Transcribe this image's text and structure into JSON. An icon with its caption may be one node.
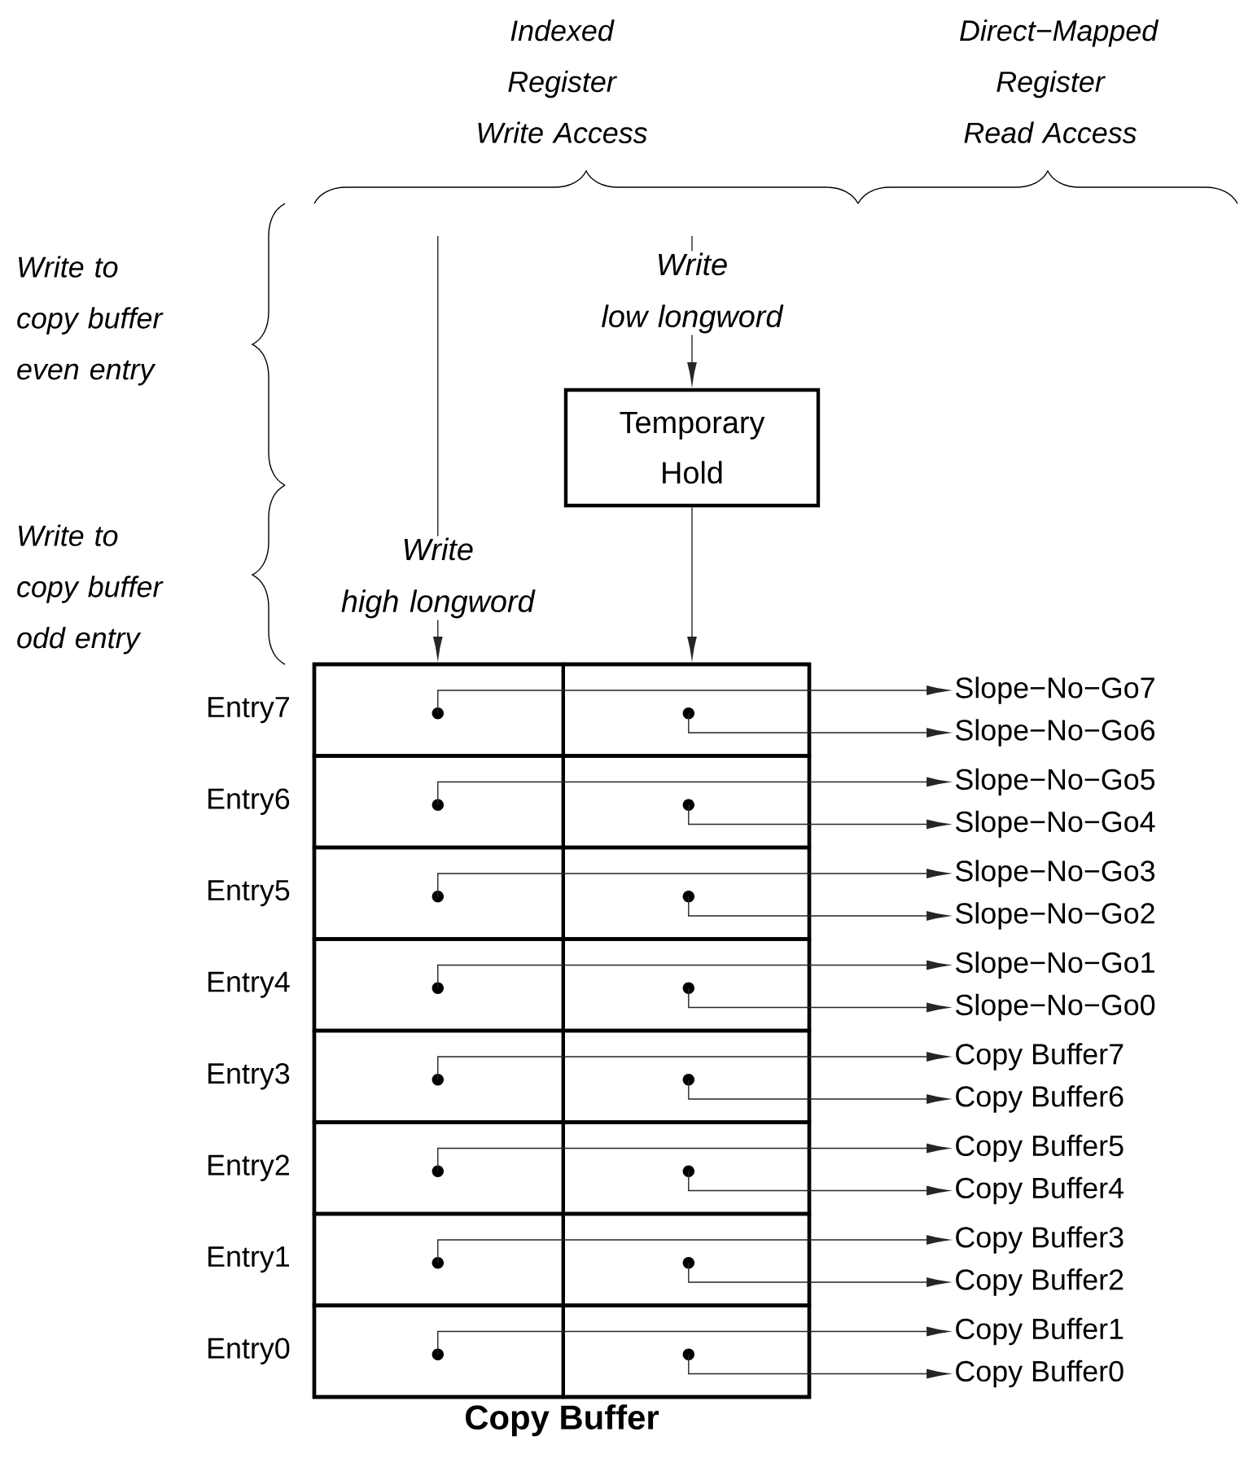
{
  "diagram": {
    "nodes": [
      {
        "text": [
          "Temporary Hold"
        ]
      },
      {
        "text": [
          "Copy Buffer"
        ]
      },
      {
        "text": [],
        "shape": "box",
        "in": 1,
        "beside": [
          "Entry7"
        ]
      },
      {
        "text": [],
        "shape": "box",
        "in": 1,
        "beside": [
          "Entry6"
        ]
      },
      {
        "text": [],
        "shape": "box",
        "in": 1,
        "beside": [
          "Entry5"
        ]
      },
      {
        "text": [],
        "shape": "box",
        "in": 1,
        "beside": [
          "Entry4"
        ]
      },
      {
        "text": [],
        "shape": "box",
        "in": 1,
        "beside": [
          "Entry3"
        ]
      },
      {
        "text": [],
        "shape": "box",
        "in": 1,
        "beside": [
          "Entry2"
        ]
      },
      {
        "text": [],
        "shape": "box",
        "in": 1,
        "beside": [
          "Entry1"
        ]
      },
      {
        "text": [],
        "shape": "box",
        "in": 1,
        "beside": [
          "Entry0"
        ]
      },
      {
        "text": [
          "Slope−No−Go7"
        ]
      },
      {
        "text": [
          "Slope−No−Go6"
        ]
      },
      {
        "text": [
          "Slope−No−Go5"
        ]
      },
      {
        "text": [
          "Slope−No−Go4"
        ]
      },
      {
        "text": [
          "Slope−No−Go3"
        ]
      },
      {
        "text": [
          "Slope−No−Go2"
        ]
      },
      {
        "text": [
          "Slope−No−Go1"
        ]
      },
      {
        "text": [
          "Slope−No−Go0"
        ]
      },
      {
        "text": [
          "Copy Buffer7"
        ]
      },
      {
        "text": [
          "Copy Buffer6"
        ]
      },
      {
        "text": [
          "Copy Buffer5"
        ]
      },
      {
        "text": [
          "Copy Buffer4"
        ]
      },
      {
        "text": [
          "Copy Buffer3"
        ]
      },
      {
        "text": [
          "Copy Buffer2"
        ]
      },
      {
        "text": [
          "Copy Buffer1"
        ]
      },
      {
        "text": [
          "Copy Buffer0"
        ]
      }
    ],
    "edges": [
      {
        "from": null,
        "to": 2,
        "arrow": "to",
        "label": "Write high longword"
      },
      {
        "from": null,
        "to": 0,
        "arrow": "to",
        "label": "Write low longword"
      },
      {
        "from": 0,
        "to": 2,
        "arrow": "to"
      },
      {
        "from": 2,
        "to": 10,
        "arrow": "to"
      },
      {
        "from": 2,
        "to": 11,
        "arrow": "to"
      },
      {
        "from": 3,
        "to": 12,
        "arrow": "to"
      },
      {
        "from": 3,
        "to": 13,
        "arrow": "to"
      },
      {
        "from": 4,
        "to": 14,
        "arrow": "to"
      },
      {
        "from": 4,
        "to": 15,
        "arrow": "to"
      },
      {
        "from": 5,
        "to": 16,
        "arrow": "to"
      },
      {
        "from": 5,
        "to": 17,
        "arrow": "to"
      },
      {
        "from": 6,
        "to": 18,
        "arrow": "to"
      },
      {
        "from": 6,
        "to": 19,
        "arrow": "to"
      },
      {
        "from": 7,
        "to": 20,
        "arrow": "to"
      },
      {
        "from": 7,
        "to": 21,
        "arrow": "to"
      },
      {
        "from": 8,
        "to": 22,
        "arrow": "to"
      },
      {
        "from": 8,
        "to": 23,
        "arrow": "to"
      },
      {
        "from": 9,
        "to": 24,
        "arrow": "to"
      },
      {
        "from": 9,
        "to": 25,
        "arrow": "to"
      }
    ],
    "labels": [
      "Indexed Register Write Access",
      "Direct−Mapped Register Read Access",
      "Write to copy buffer even entry",
      "Write to copy buffer odd entry"
    ]
  }
}
